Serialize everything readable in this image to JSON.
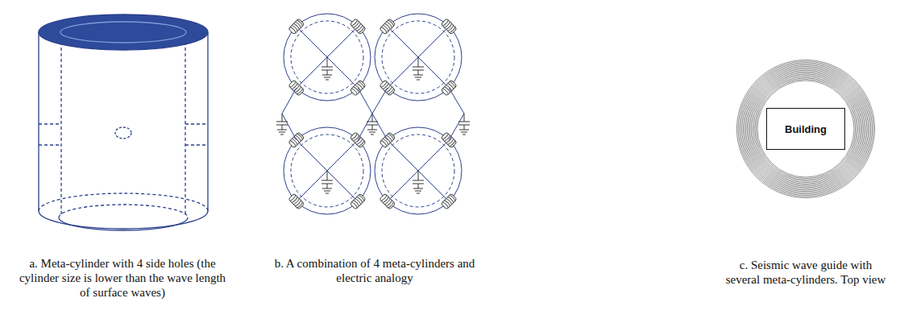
{
  "diagram": {
    "nodes": [
      {
        "text": [
          "Building"
        ]
      }
    ],
    "labels": [
      "a. Meta-cylinder with 4 side holes (the cylinder size is lower than the wave length of surface waves)",
      "b. A combination of 4 meta-cylinders and electric analogy",
      "c. Seismic wave guide with several meta-cylinders. Top view"
    ]
  }
}
